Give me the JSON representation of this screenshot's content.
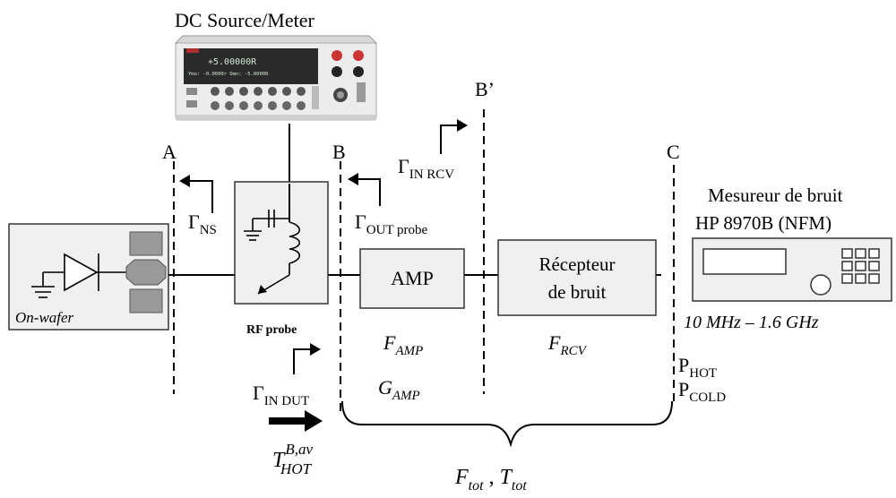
{
  "instrument": {
    "title": "DC Source/Meter",
    "display_main": "+5.00000R",
    "display_sub": "Ymo: -0.0000r  Omn: -5.0000R"
  },
  "planes": {
    "A": "A",
    "B": "B",
    "B_prime": "B’",
    "C": "C"
  },
  "gammas": {
    "ns": {
      "main": "Γ",
      "sub": "NS"
    },
    "out_probe": {
      "main": "Γ",
      "sub": "OUT probe"
    },
    "in_rcv": {
      "main": "Γ",
      "sub": "IN RCV"
    },
    "in_dut": {
      "main": "Γ",
      "sub": "IN DUT"
    }
  },
  "dut": {
    "label": "On-wafer",
    "label_color": "#2e75b6"
  },
  "probe": {
    "label": "RF probe"
  },
  "amp": {
    "label": "AMP",
    "f_main": "F",
    "f_sub": "AMP",
    "g_main": "G",
    "g_sub": "AMP"
  },
  "receiver": {
    "line1": "Récepteur",
    "line2": "de bruit",
    "f_main": "F",
    "f_sub": "RCV"
  },
  "meter": {
    "line1": "Mesureur de bruit",
    "line2": "HP 8970B (NFM)",
    "range": "10 MHz – 1.6 GHz"
  },
  "powers": {
    "hot_main": "P",
    "hot_sub": "HOT",
    "cold_main": "P",
    "cold_sub": "COLD"
  },
  "t_hot": {
    "main": "T",
    "sup": "B,av",
    "sub": "HOT"
  },
  "totals": {
    "f_main": "F",
    "f_sub": "tot",
    "sep": " ,",
    "t_main": "T",
    "t_sub": "tot"
  }
}
